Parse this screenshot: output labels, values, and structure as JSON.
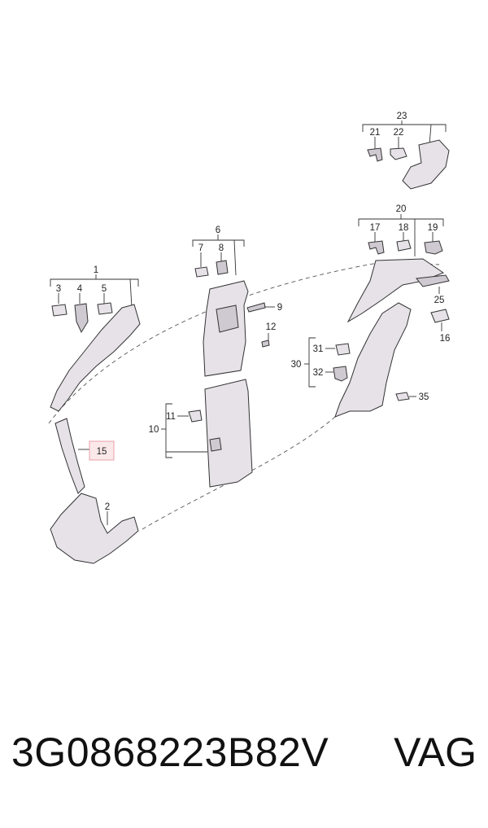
{
  "diagram": {
    "callouts": [
      "1",
      "2",
      "3",
      "4",
      "5",
      "6",
      "7",
      "8",
      "9",
      "10",
      "11",
      "12",
      "15",
      "16",
      "17",
      "18",
      "19",
      "20",
      "21",
      "22",
      "23",
      "25",
      "30",
      "31",
      "32",
      "35"
    ],
    "highlight_color": "#e8a0a8"
  },
  "footer": {
    "part_number": "3G0868223B82V",
    "brand": "VAG"
  }
}
